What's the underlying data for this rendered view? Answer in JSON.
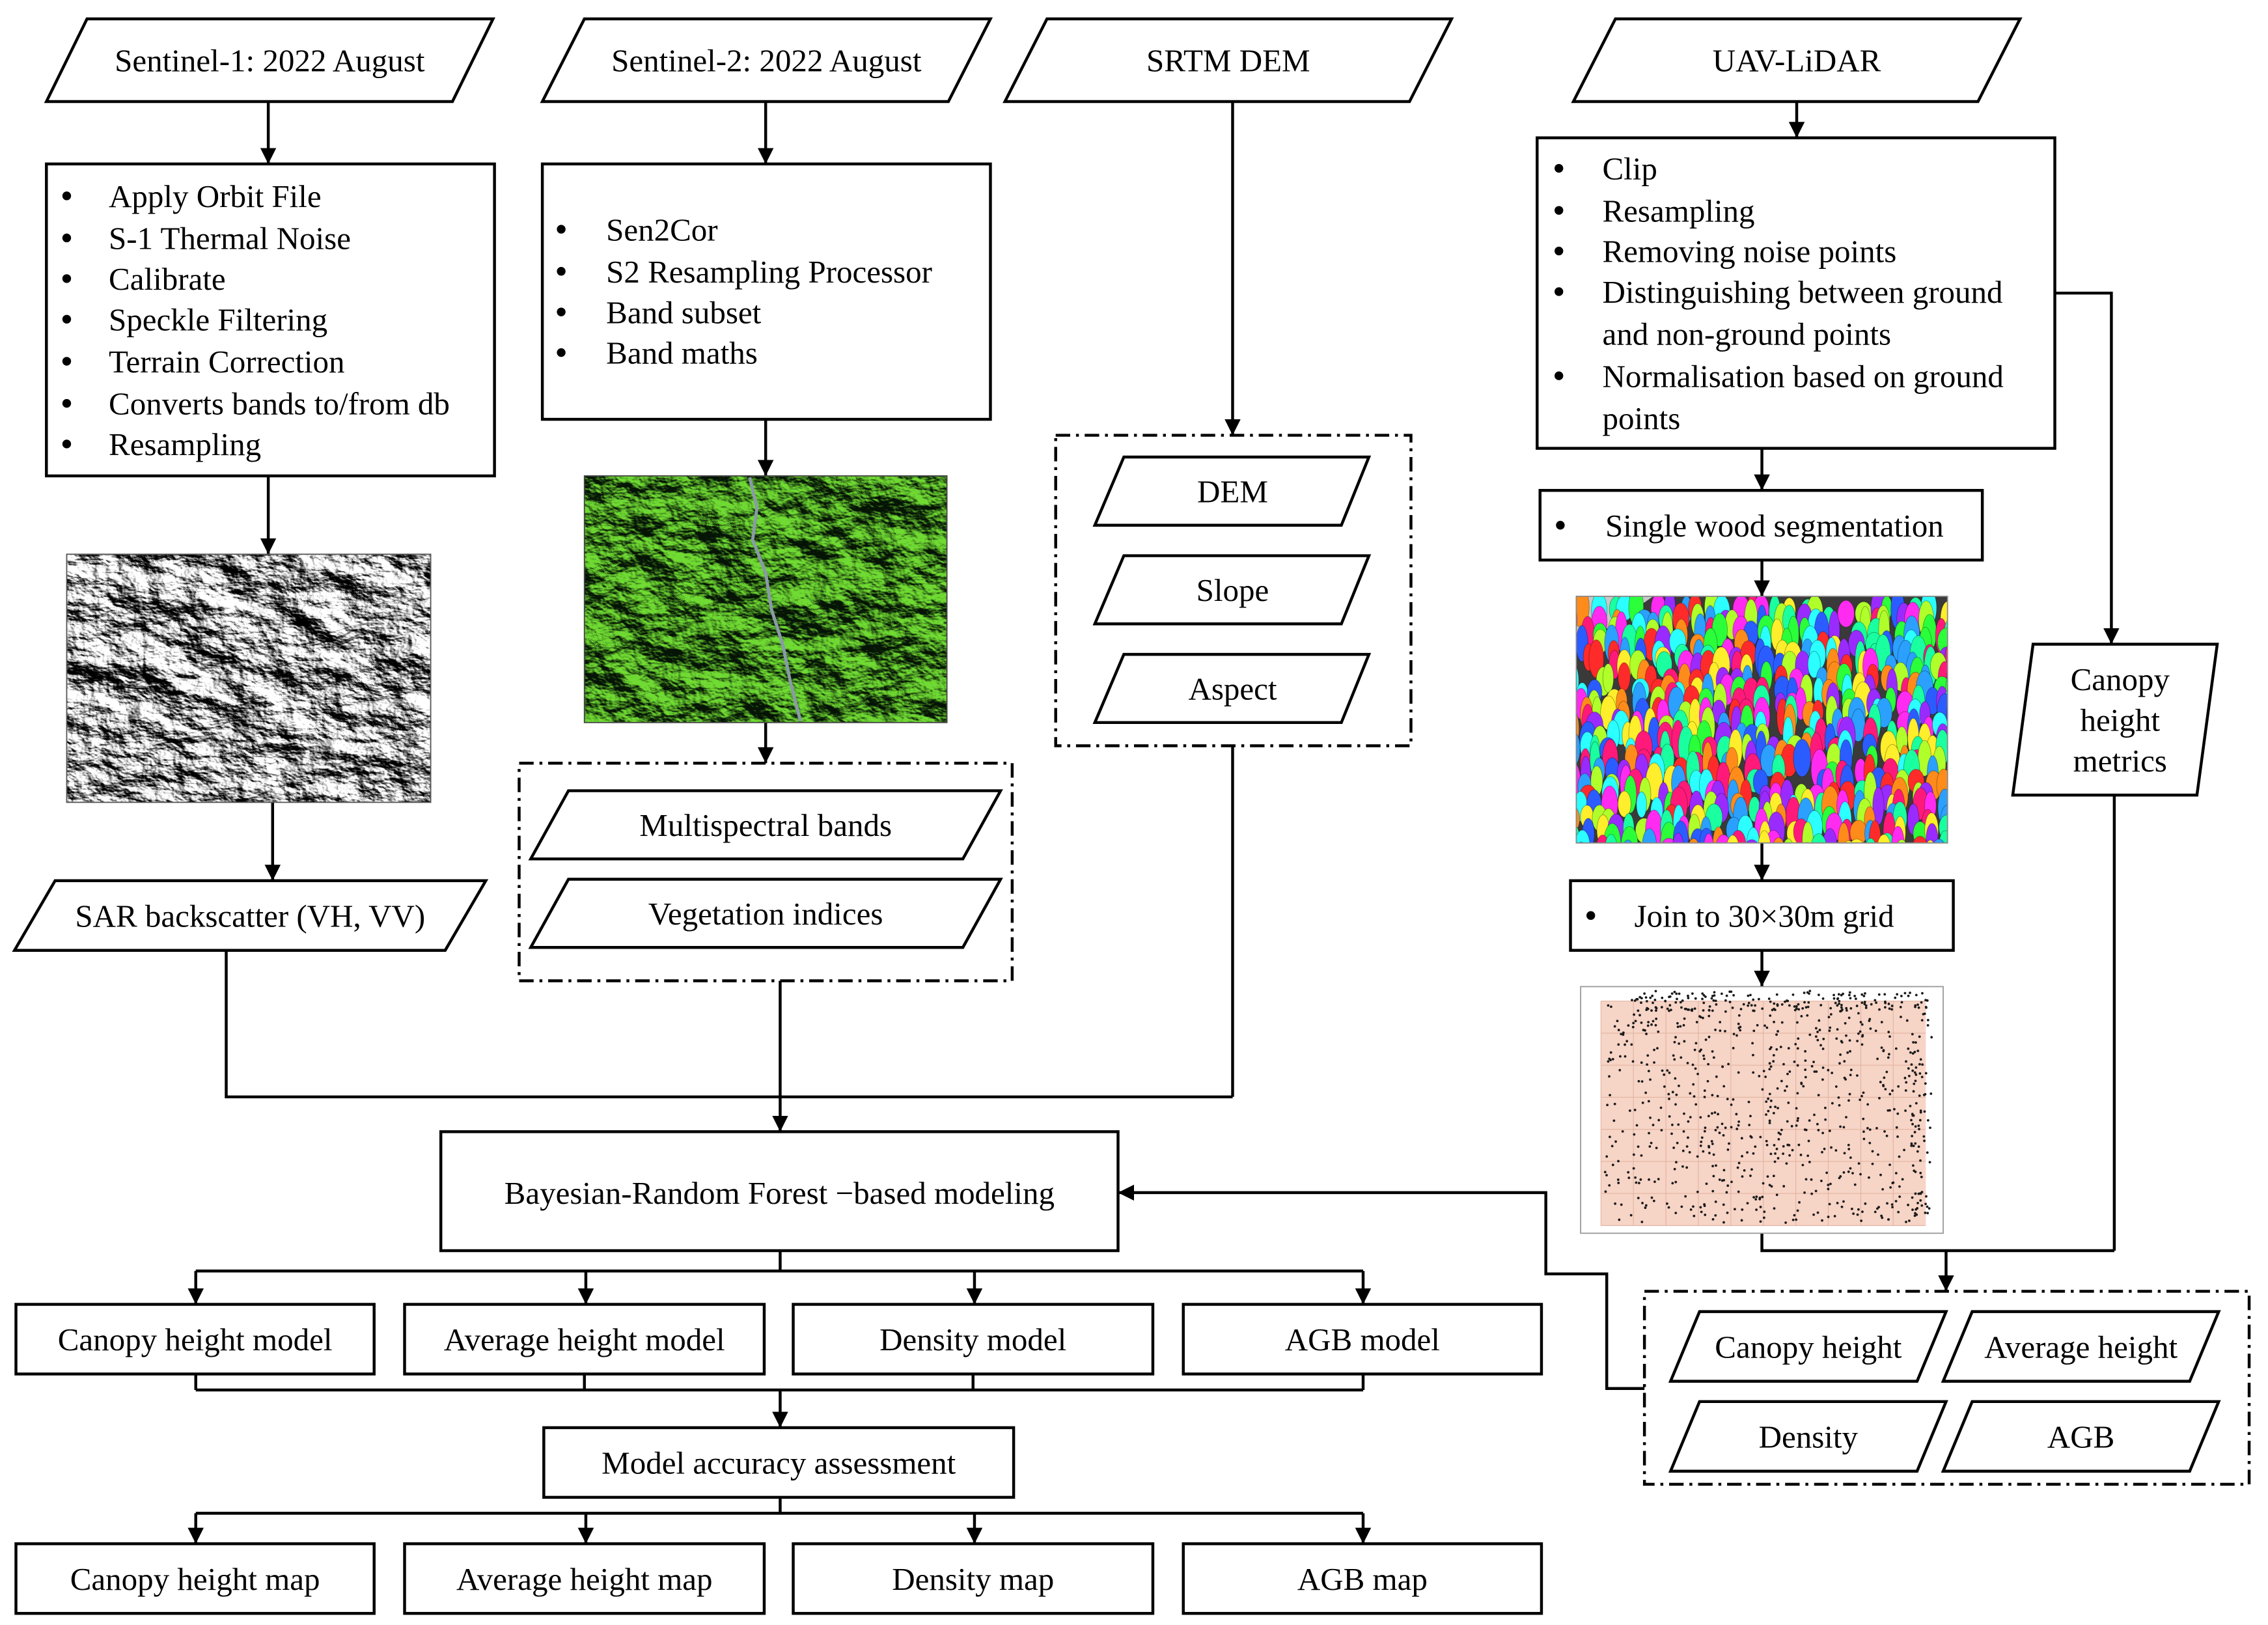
{
  "sources": {
    "sentinel1": "Sentinel-1: 2022 August",
    "sentinel2": "Sentinel-2: 2022 August",
    "srtm": "SRTM DEM",
    "uav_lidar": "UAV-LiDAR"
  },
  "sentinel1_preprocessing": [
    "Apply Orbit File",
    "S-1 Thermal Noise",
    "Calibrate",
    "Speckle Filtering",
    "Terrain Correction",
    "Converts bands to/from db",
    "Resampling"
  ],
  "sar_output": "SAR backscatter (VH, VV)",
  "sentinel2_preprocessing": [
    "Sen2Cor",
    "S2 Resampling Processor",
    "Band subset",
    "Band maths"
  ],
  "sentinel2_outputs": [
    "Multispectral bands",
    "Vegetation indices"
  ],
  "terrain_outputs": [
    "DEM",
    "Slope",
    "Aspect"
  ],
  "uav_preprocessing": [
    [
      "Clip"
    ],
    [
      "Resampling"
    ],
    [
      "Removing noise points"
    ],
    [
      "Distinguishing between ground",
      "and non-ground points"
    ],
    [
      "Normalisation based on ground",
      "points"
    ]
  ],
  "segmentation_step": "Single wood segmentation",
  "grid_step": "Join to 30×30m grid",
  "canopy_metrics": [
    "Canopy",
    "height",
    "metrics"
  ],
  "field_variables": [
    "Canopy height",
    "Average height",
    "Density",
    "AGB"
  ],
  "modeling": "Bayesian-Random Forest −based modeling",
  "models": [
    "Canopy height model",
    "Average height model",
    "Density model",
    "AGB model"
  ],
  "assessment": "Model accuracy assessment",
  "maps": [
    "Canopy height map",
    "Average height map",
    "Density map",
    "AGB map"
  ]
}
